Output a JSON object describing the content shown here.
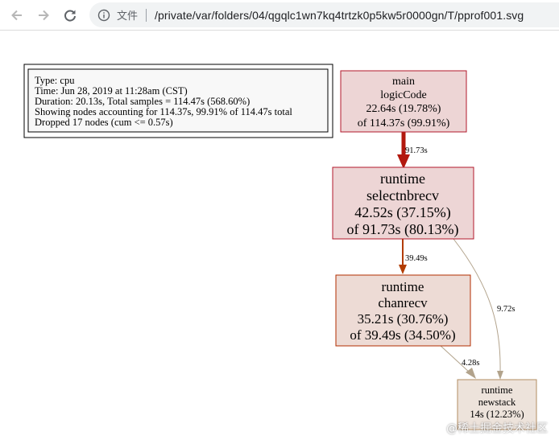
{
  "browser": {
    "scheme_label": "文件",
    "url": "/private/var/folders/04/qgqlc1wn7kq4trtzk0p5kw5r0000gn/T/pprof001.svg"
  },
  "legend": {
    "lines": [
      "Type: cpu",
      "Time: Jun 28, 2019 at 11:28am (CST)",
      "Duration: 20.13s, Total samples = 114.47s (568.60%)",
      "Showing nodes accounting for 114.37s, 99.91% of 114.47s total",
      "Dropped 17 nodes (cum <= 0.57s)"
    ]
  },
  "nodes": {
    "logicCode": {
      "lines": [
        "main",
        "logicCode",
        "22.64s (19.78%)",
        "of 114.37s (99.91%)"
      ],
      "fill": "#edd5d5",
      "stroke": "#b2182b"
    },
    "selectnbrecv": {
      "lines": [
        "runtime",
        "selectnbrecv",
        "42.52s (37.15%)",
        "of 91.73s (80.13%)"
      ],
      "fill": "#edd5d5",
      "stroke": "#b2182b"
    },
    "chanrecv": {
      "lines": [
        "runtime",
        "chanrecv",
        "35.21s (30.76%)",
        "of 39.49s (34.50%)"
      ],
      "fill": "#eddbd5",
      "stroke": "#b22e00"
    },
    "newstack": {
      "lines": [
        "runtime",
        "newstack",
        "14s (12.23%)"
      ],
      "fill": "#ede3db",
      "stroke": "#b28c62"
    }
  },
  "edges": {
    "logic_to_select": {
      "label": "91.73s",
      "color": "#b2180e"
    },
    "select_to_chanrecv": {
      "label": "39.49s",
      "color": "#b23c00"
    },
    "select_to_newstack": {
      "label": "9.72s",
      "color": "#b2a38c"
    },
    "chanrecv_to_newstack": {
      "label": "4.28s",
      "color": "#b2a38c"
    }
  },
  "watermark": "@稀土掘金技术社区"
}
